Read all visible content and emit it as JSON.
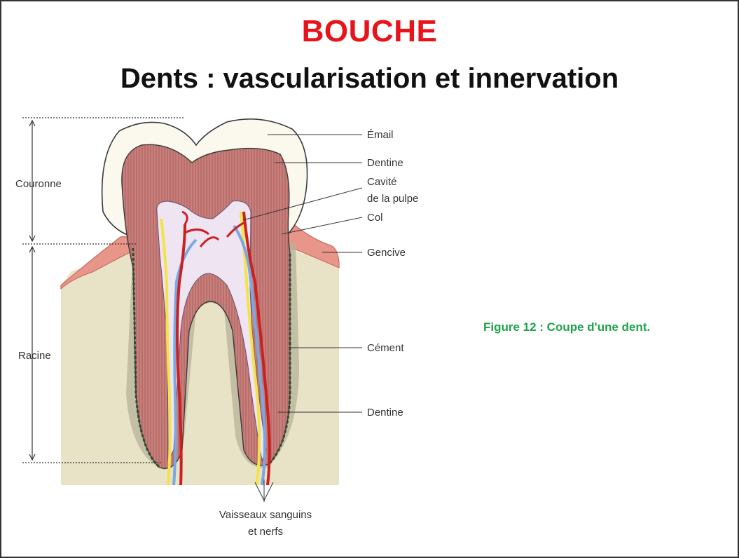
{
  "header": {
    "title": "BOUCHE",
    "subtitle": "Dents : vascularisation et innervation"
  },
  "caption": "Figure 12 : Coupe d'une dent.",
  "diagram": {
    "labels_right": [
      "Émail",
      "Dentine",
      "Cavité",
      "de la pulpe",
      "Col",
      "Gencive",
      "Cément",
      "Dentine"
    ],
    "labels_left": [
      "Couronne",
      "Racine"
    ],
    "labels_bottom": [
      "Vaisseaux sanguins",
      "et nerfs"
    ]
  },
  "colors": {
    "title": "#e8141b",
    "caption": "#1fa24a",
    "dentine": "#c9807c",
    "enamel": "#fbf8ee",
    "gum": "#e8968a",
    "bone": "#e8e2c6",
    "pulp": "#efe4f2",
    "artery": "#cc1f1f",
    "nerve": "#f3e34a",
    "vein": "#7aa8e0"
  }
}
